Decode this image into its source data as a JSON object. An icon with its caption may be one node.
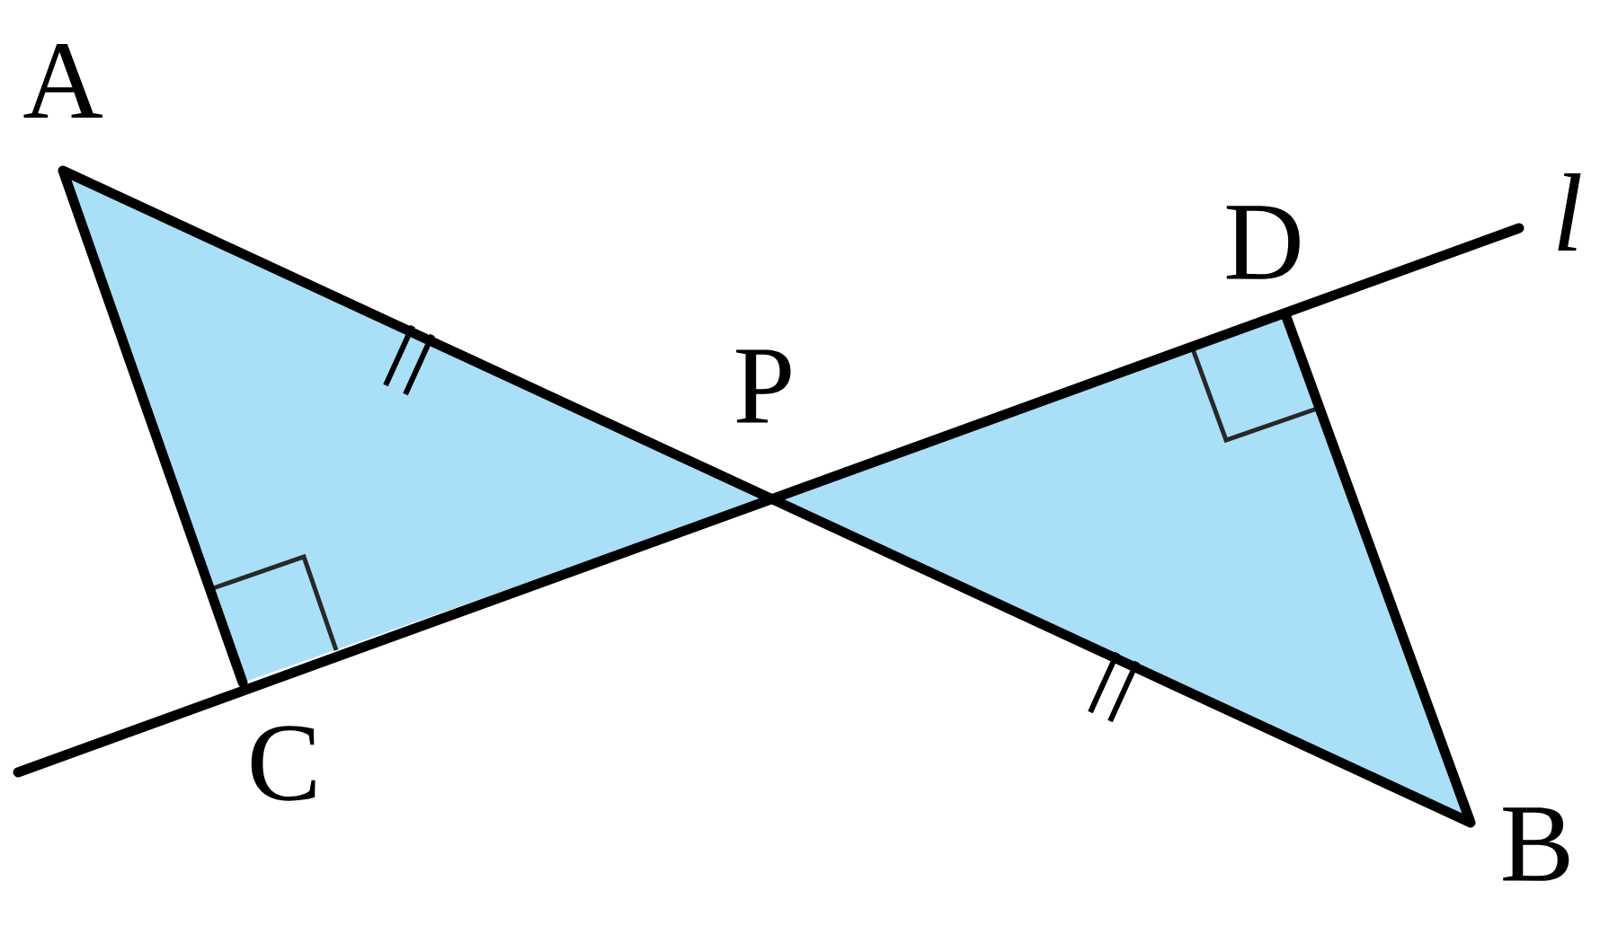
{
  "diagram": {
    "labels": [
      "A",
      "l",
      "D",
      "P",
      "C",
      "B"
    ]
  }
}
